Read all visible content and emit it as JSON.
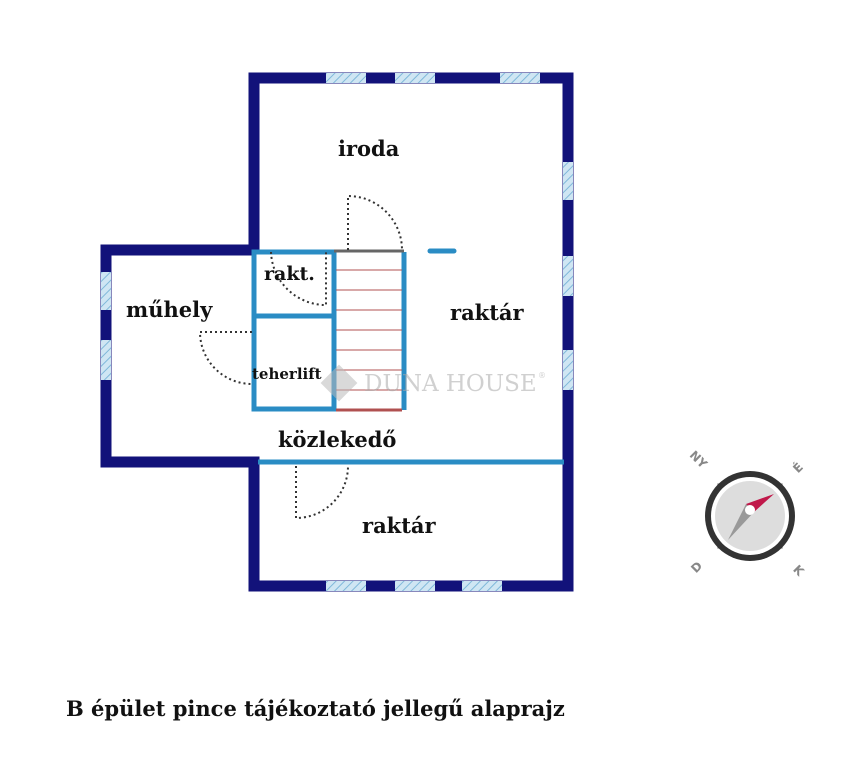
{
  "rooms": {
    "iroda": "iroda",
    "muhely": "műhely",
    "rakt": "rakt.",
    "teherlift": "teherlift",
    "raktar_upper": "raktár",
    "kozlekedo": "közlekedő",
    "raktar_lower": "raktár"
  },
  "watermark": {
    "text": "DUNA HOUSE",
    "mark": "®"
  },
  "compass": {
    "north": "NY",
    "east": "É",
    "south": "D",
    "west": "K"
  },
  "caption": "B épület pince tájékoztató jellegű alaprajz",
  "colors": {
    "outer_wall": "#12127a",
    "inner_wall": "#2a8cc4",
    "window": "#a8d4ea",
    "stairs": "#b04040",
    "compass_needle": "#c0184a"
  }
}
